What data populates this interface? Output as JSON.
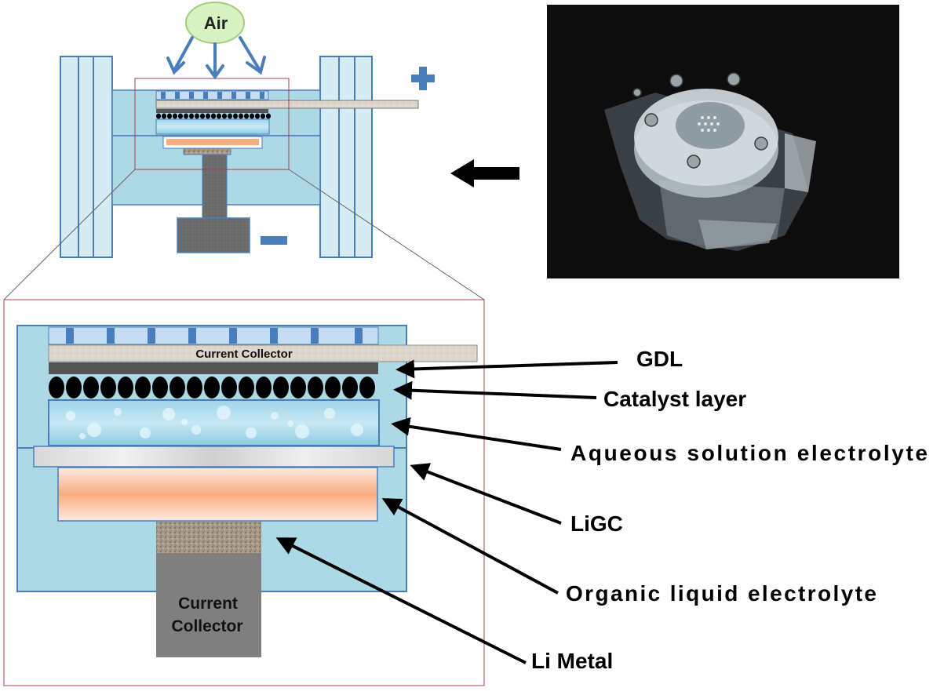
{
  "top_schematic": {
    "air_label": "Air",
    "plus_icon": "plus-icon",
    "minus_icon": "minus-icon"
  },
  "photo": {
    "icon": "battery-cell-photo"
  },
  "detail": {
    "current_collector_top_label": "Current Collector",
    "current_collector_bottom_line1": "Current",
    "current_collector_bottom_line2": "Collector"
  },
  "labels": {
    "gdl": "GDL",
    "catalyst": "Catalyst layer",
    "aqueous": "Aqueous solution electrolyte",
    "ligc": "LiGC",
    "organic": "Organic liquid electrolyte",
    "li_metal": "Li Metal"
  },
  "colors": {
    "cell_blue": "#add8e6",
    "frame_blue": "#d6ecf5",
    "accent_blue": "#4a7ebb",
    "dark_gray": "#555555",
    "ligc_orange": "#f7ad7d"
  }
}
